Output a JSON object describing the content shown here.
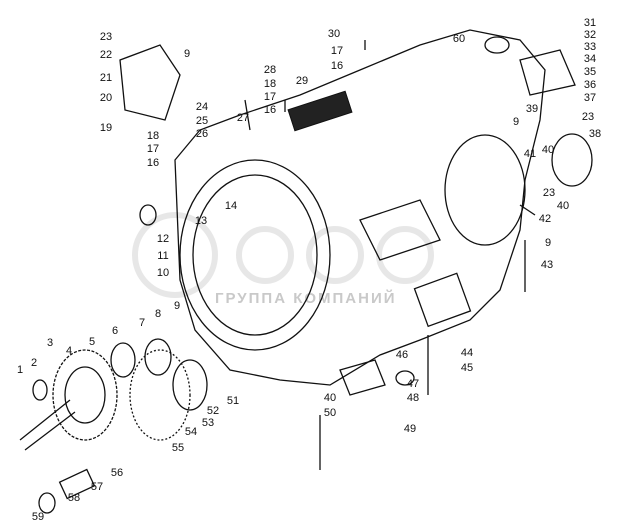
{
  "diagram": {
    "labels": [
      "23",
      "22",
      "21",
      "20",
      "19",
      "9",
      "28",
      "18",
      "17",
      "16",
      "27",
      "29",
      "24",
      "25",
      "26",
      "18",
      "17",
      "16",
      "30",
      "17",
      "16",
      "60",
      "31",
      "32",
      "33",
      "34",
      "35",
      "36",
      "37",
      "39",
      "9",
      "23",
      "38",
      "40",
      "41",
      "23",
      "40",
      "42",
      "9",
      "43",
      "14",
      "13",
      "12",
      "11",
      "10",
      "9",
      "8",
      "7",
      "6",
      "5",
      "3",
      "4",
      "1",
      "2",
      "44",
      "45",
      "46",
      "47",
      "48",
      "40",
      "50",
      "49",
      "51",
      "52",
      "53",
      "54",
      "55",
      "56",
      "57",
      "58",
      "59"
    ],
    "watermark": "ГРУППА КОМПАНИЙ"
  }
}
